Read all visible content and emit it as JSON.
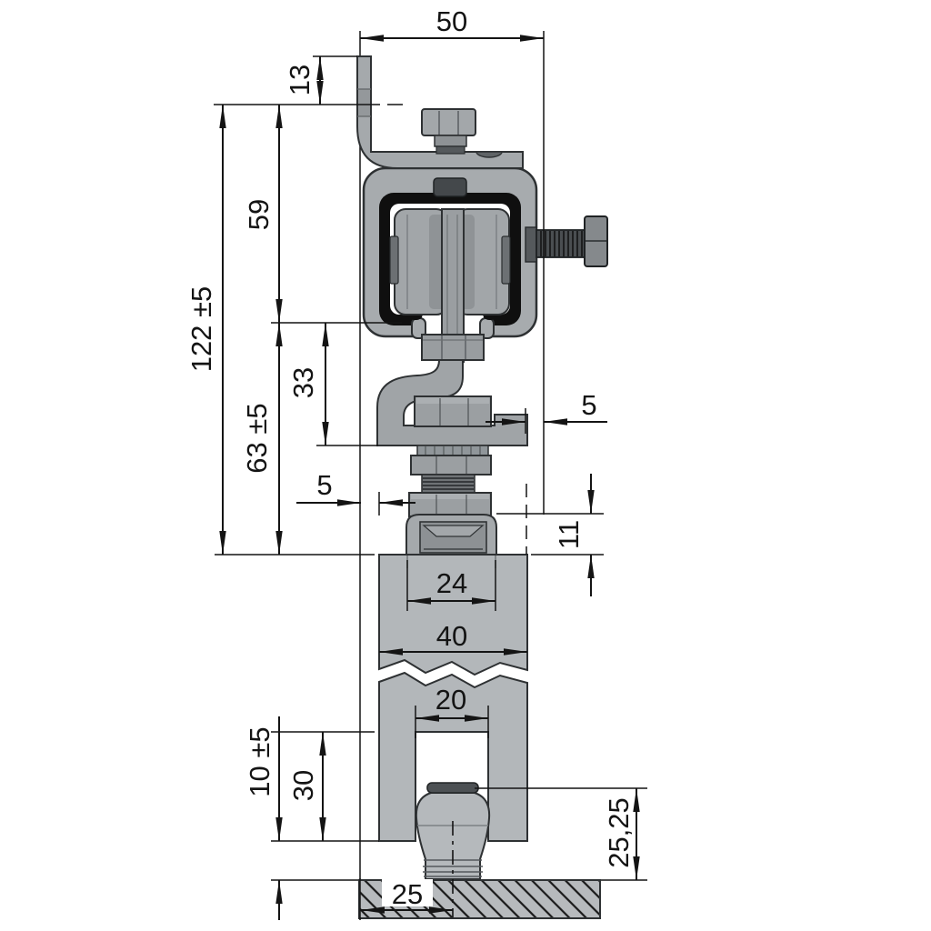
{
  "labels": {
    "width_overall": "50",
    "bracket_hole_offset": "13",
    "height_total": "122 ±5",
    "height_track": "59",
    "height_hanger": "63 ±5",
    "height_hook": "33",
    "clearance_right": "5",
    "clearance_left": "5",
    "fitting_depth": "11",
    "fitting_width": "24",
    "door_width": "40",
    "slot_width": "20",
    "slot_height": "30",
    "floor_clearance": "10 ±5",
    "roller_height": "25,25",
    "roller_offset": "25"
  },
  "colors": {
    "metal_light": "#a7abae",
    "metal_mid": "#8f9396",
    "metal_dark": "#55595c",
    "liner_black": "#0f0f0f",
    "dimension_line": "#141414",
    "background": "#ffffff"
  }
}
